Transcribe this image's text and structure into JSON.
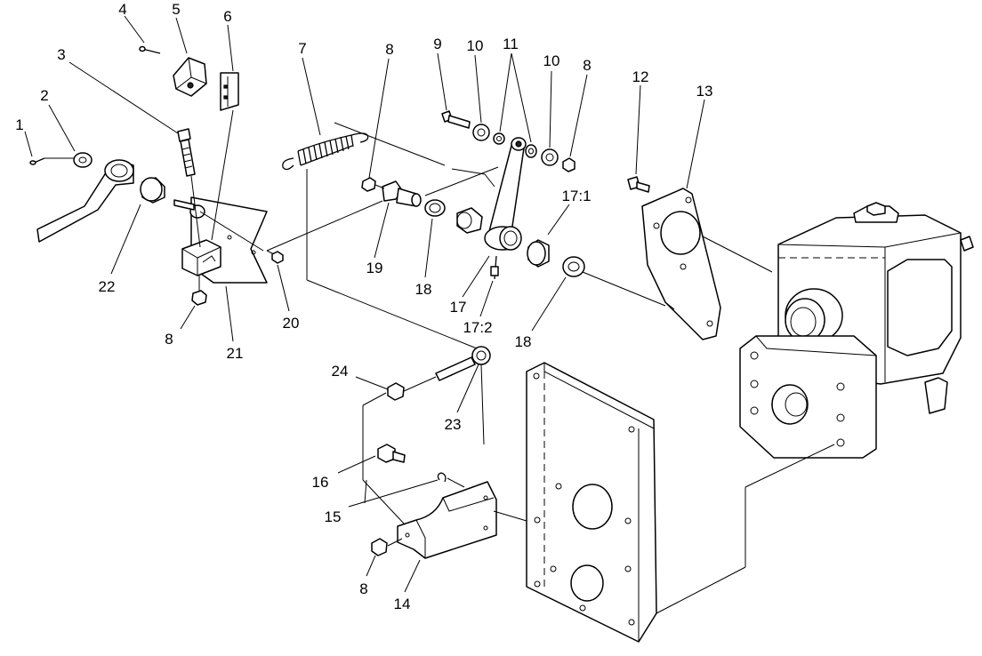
{
  "callouts": [
    {
      "id": "c1",
      "text": "1"
    },
    {
      "id": "c2",
      "text": "2"
    },
    {
      "id": "c3",
      "text": "3"
    },
    {
      "id": "c4",
      "text": "4"
    },
    {
      "id": "c5",
      "text": "5"
    },
    {
      "id": "c6",
      "text": "6"
    },
    {
      "id": "c7",
      "text": "7"
    },
    {
      "id": "c8a",
      "text": "8"
    },
    {
      "id": "c9",
      "text": "9"
    },
    {
      "id": "c10a",
      "text": "10"
    },
    {
      "id": "c11",
      "text": "11"
    },
    {
      "id": "c10b",
      "text": "10"
    },
    {
      "id": "c8b",
      "text": "8"
    },
    {
      "id": "c12",
      "text": "12"
    },
    {
      "id": "c13",
      "text": "13"
    },
    {
      "id": "c17_1",
      "text": "17:1"
    },
    {
      "id": "c22",
      "text": "22"
    },
    {
      "id": "c8c",
      "text": "8"
    },
    {
      "id": "c21",
      "text": "21"
    },
    {
      "id": "c20",
      "text": "20"
    },
    {
      "id": "c19",
      "text": "19"
    },
    {
      "id": "c18a",
      "text": "18"
    },
    {
      "id": "c17",
      "text": "17"
    },
    {
      "id": "c17_2",
      "text": "17:2"
    },
    {
      "id": "c18b",
      "text": "18"
    },
    {
      "id": "c24",
      "text": "24"
    },
    {
      "id": "c23",
      "text": "23"
    },
    {
      "id": "c16",
      "text": "16"
    },
    {
      "id": "c15",
      "text": "15"
    },
    {
      "id": "c8d",
      "text": "8"
    },
    {
      "id": "c14",
      "text": "14"
    }
  ]
}
